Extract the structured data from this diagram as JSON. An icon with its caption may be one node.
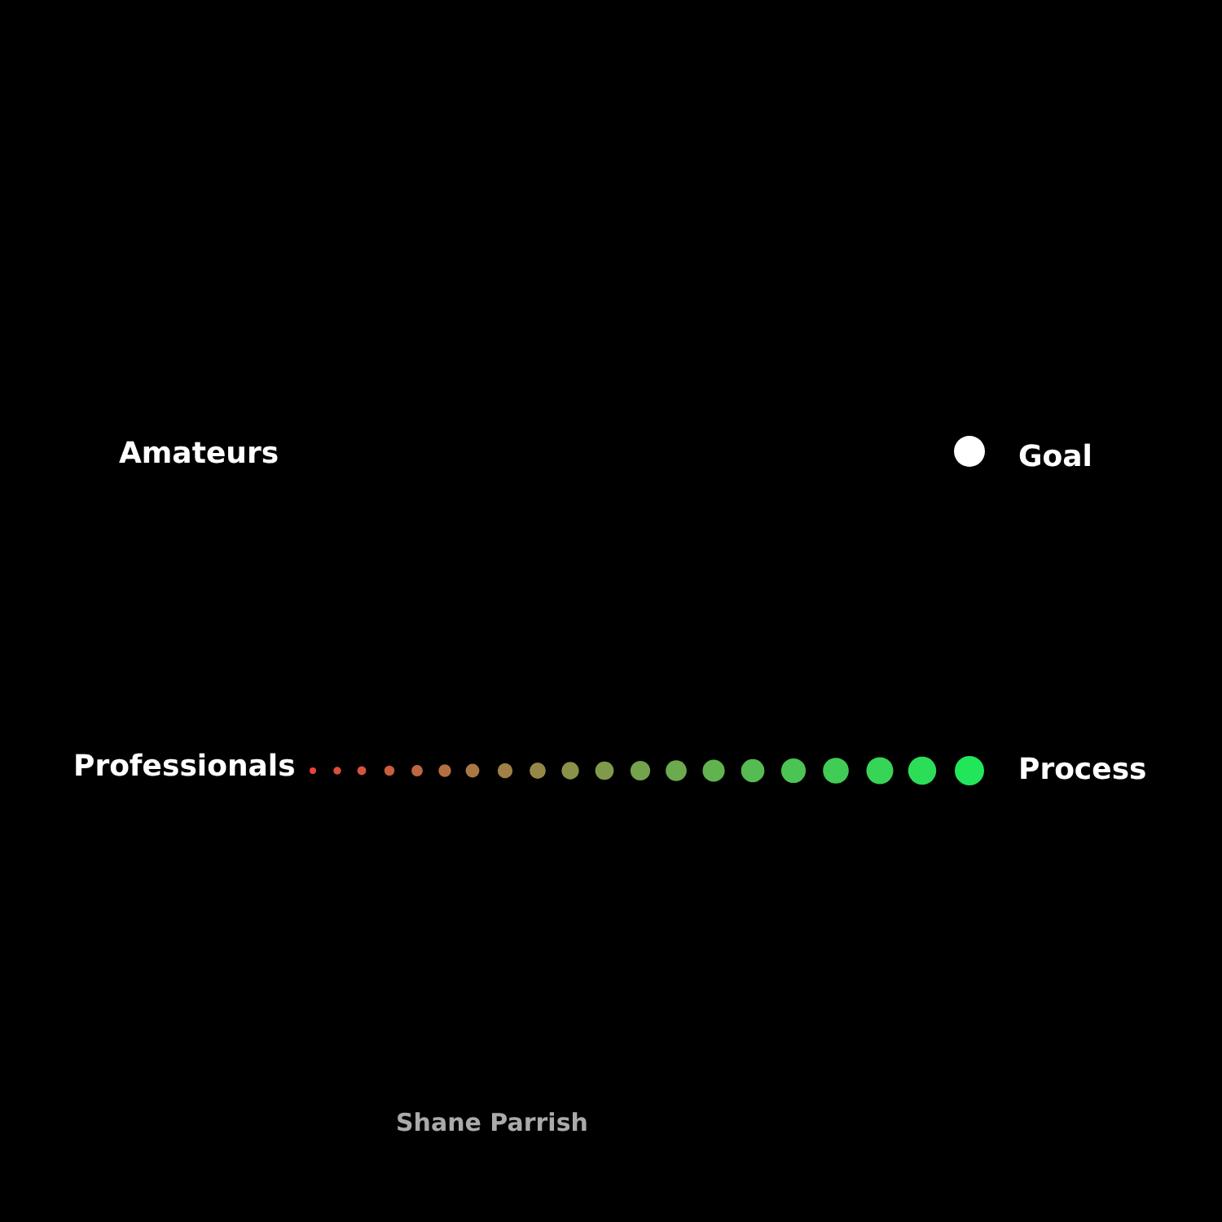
{
  "diagram": {
    "labels": [
      "Amateurs",
      "Goal",
      "Professionals",
      "Process",
      "Shane Parrish"
    ]
  }
}
